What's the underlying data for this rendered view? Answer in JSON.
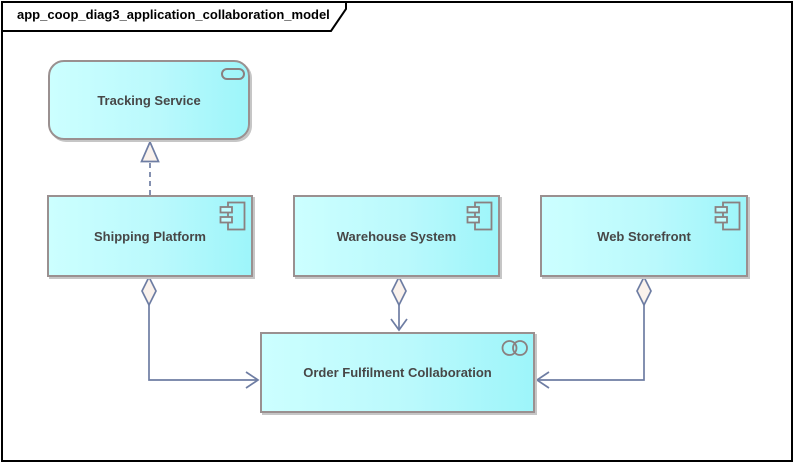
{
  "diagram": {
    "title": "app_coop_diag3_application_collaboration_model",
    "colors": {
      "node_fill_left": "#ccffff",
      "node_fill_right": "#9df5fa",
      "node_border": "#9a9090",
      "label_text": "#474747",
      "connector": "#6e7da3",
      "connector_marker_fill": "#faf2ec",
      "frame_border": "#000000",
      "icon_stroke": "#8a8080"
    },
    "nodes": [
      {
        "id": "tracking-service",
        "label": "Tracking Service",
        "type": "application-service",
        "icon": "service-oval-icon"
      },
      {
        "id": "shipping-platform",
        "label": "Shipping Platform",
        "type": "application-component",
        "icon": "component-icon"
      },
      {
        "id": "warehouse-system",
        "label": "Warehouse System",
        "type": "application-component",
        "icon": "component-icon"
      },
      {
        "id": "web-storefront",
        "label": "Web Storefront",
        "type": "application-component",
        "icon": "component-icon"
      },
      {
        "id": "order-fulfilment-collaboration",
        "label": "Order Fulfilment Collaboration",
        "type": "application-collaboration",
        "icon": "collaboration-circles-icon"
      }
    ],
    "connectors": [
      {
        "from": "shipping-platform",
        "to": "tracking-service",
        "type": "realization",
        "style": "dashed, hollow triangle head"
      },
      {
        "from": "shipping-platform",
        "to": "order-fulfilment-collaboration",
        "type": "aggregation",
        "style": "hollow diamond at source, open arrow at target left edge"
      },
      {
        "from": "warehouse-system",
        "to": "order-fulfilment-collaboration",
        "type": "aggregation",
        "style": "hollow diamond at source, open arrow at target top edge"
      },
      {
        "from": "web-storefront",
        "to": "order-fulfilment-collaboration",
        "type": "aggregation",
        "style": "hollow diamond at source, open arrow at target right edge"
      }
    ]
  }
}
